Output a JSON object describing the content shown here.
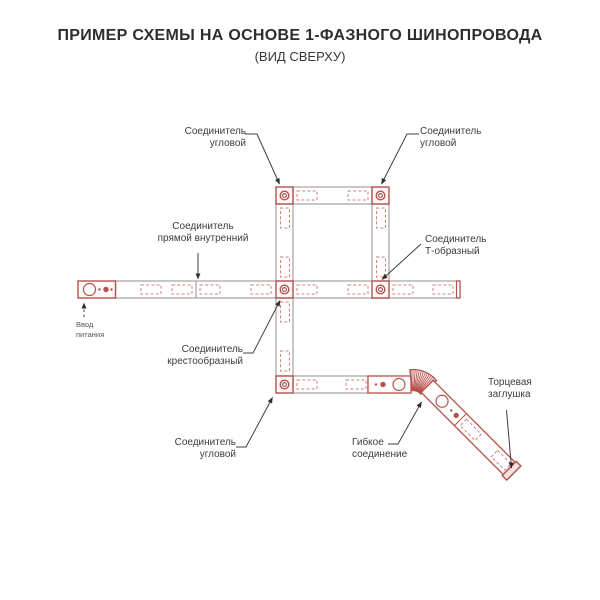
{
  "header": {
    "title": "ПРИМЕР СХЕМЫ НА ОСНОВЕ 1-ФАЗНОГО ШИНОПРОВОДА",
    "subtitle": "(ВИД СВЕРХУ)"
  },
  "labels": {
    "corner_top_left": "Соединитель\nугловой",
    "corner_top_right": "Соединитель\nугловой",
    "straight_internal": "Соединитель\nпрямой внутренний",
    "t_shaped": "Соединитель\nТ-образный",
    "cross_shaped": "Соединитель\nкрестообразный",
    "corner_bottom": "Соединитель\nугловой",
    "flexible": "Гибкое\nсоединение",
    "end_cap": "Торцевая\nзаглушка",
    "power_input": "Ввод\nпитания"
  },
  "colors": {
    "accent_red": "#b5524e",
    "dashed_red": "#c98480",
    "track_gray": "#a9a9a9",
    "leader": "#3f3f3f",
    "label_text": "#3c3c3c"
  }
}
